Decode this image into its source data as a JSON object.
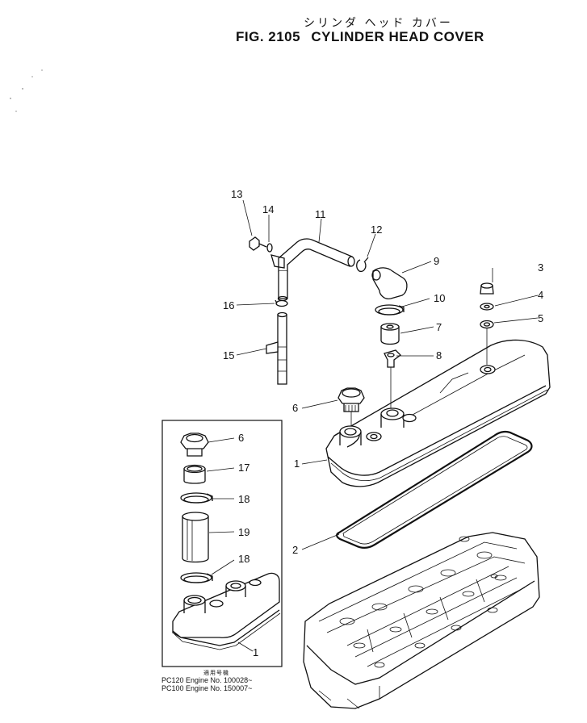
{
  "header": {
    "jp_title": "シリンダ ヘッド カバー",
    "fig_no": "FIG. 2105",
    "title": "CYLINDER HEAD COVER"
  },
  "callouts": [
    "1",
    "2",
    "3",
    "4",
    "5",
    "6",
    "7",
    "8",
    "9",
    "10",
    "11",
    "12",
    "13",
    "14",
    "15",
    "16",
    "17",
    "18",
    "19"
  ],
  "inset": {
    "callouts": [
      "6",
      "17",
      "18",
      "19",
      "18",
      "1"
    ],
    "notes_header": "適用号機",
    "notes": [
      "PC120 Engine No. 100028~",
      "PC100 Engine No. 150007~"
    ]
  }
}
